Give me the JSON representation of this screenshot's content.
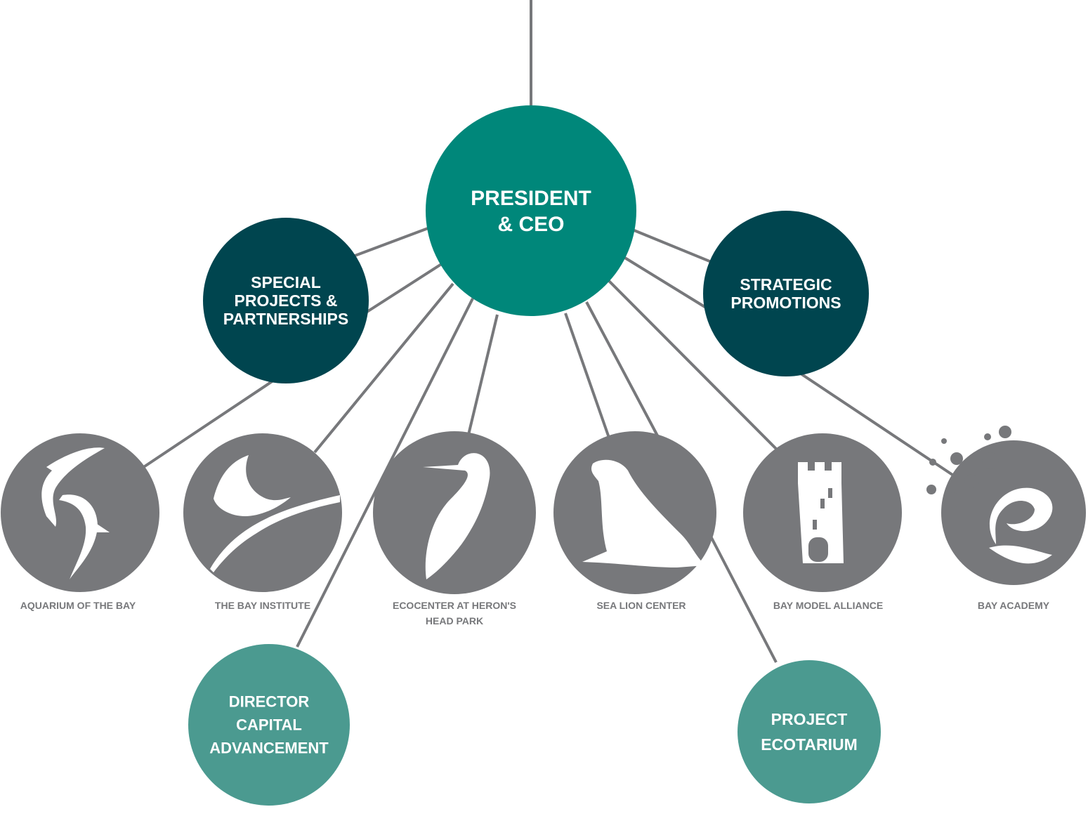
{
  "colors": {
    "connector": "#77787b",
    "ceo": "#00877a",
    "dept": "#00454f",
    "director": "#4b9a90",
    "org_circle": "#77787b",
    "org_text": "#77787b",
    "white": "#ffffff"
  },
  "ceo": {
    "lines": [
      "PRESIDENT",
      "& CEO"
    ]
  },
  "departments": [
    {
      "id": "special",
      "lines": [
        "SPECIAL",
        "PROJECTS &",
        "PARTNERSHIPS"
      ]
    },
    {
      "id": "strategic",
      "lines": [
        "STRATEGIC",
        "PROMOTIONS"
      ]
    }
  ],
  "directors": [
    {
      "id": "director",
      "lines": [
        "DIRECTOR",
        "CAPITAL",
        "ADVANCEMENT"
      ]
    },
    {
      "id": "ecotarium",
      "lines": [
        "PROJECT",
        "ECOTARIUM"
      ]
    }
  ],
  "organizations": [
    {
      "id": "aquarium",
      "icon": "shark-icon",
      "lines": [
        "AQUARIUM OF THE BAY"
      ]
    },
    {
      "id": "bay-institute",
      "icon": "egret-icon",
      "lines": [
        "THE BAY INSTITUTE"
      ]
    },
    {
      "id": "ecocenter",
      "icon": "heron-icon",
      "lines": [
        "ECOCENTER AT HERON'S",
        "HEAD PARK"
      ]
    },
    {
      "id": "sea-lion",
      "icon": "sea-lion-icon",
      "lines": [
        "SEA LION CENTER"
      ]
    },
    {
      "id": "bay-model",
      "icon": "tower-icon",
      "lines": [
        "BAY MODEL ALLIANCE"
      ]
    },
    {
      "id": "bay-academy",
      "icon": "wave-icon",
      "lines": [
        "BAY ACADEMY"
      ]
    }
  ]
}
